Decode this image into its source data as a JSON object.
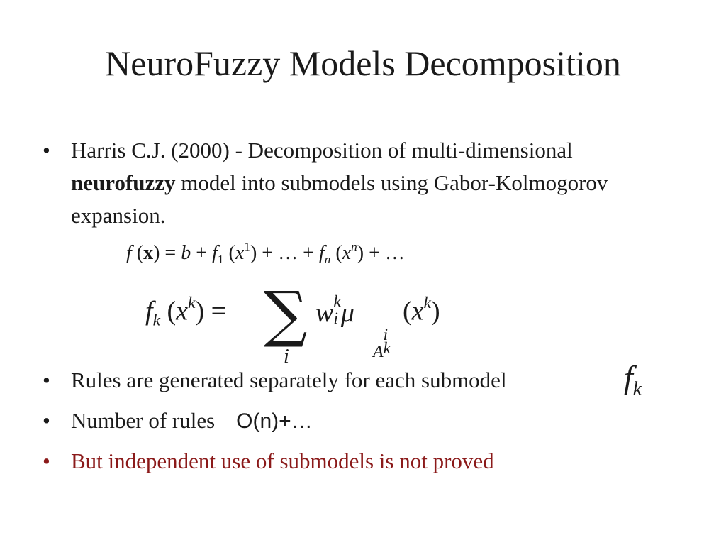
{
  "slide": {
    "title": "NeuroFuzzy Models Decomposition",
    "bullets": {
      "b1": {
        "pre": "Harris C.J. (2000) - Decomposition of multi-dimensional ",
        "bold": "neurofuzzy",
        "post": " model into submodels using Gabor-Kolmogorov expansion."
      },
      "b2": "Rules are generated separately for each submodel",
      "b3": "Number of rules",
      "b3_value": "O(n)+…",
      "b4": "But independent use of submodels is not proved"
    },
    "eq1": {
      "f": "f",
      "lp": " (",
      "x": "x",
      "rp": ") = ",
      "b": "b",
      "plus1": " + ",
      "f1": "f",
      "sub1": "1",
      "lp1": " (",
      "x1": "x",
      "sup1": "1",
      "rp1": ") + … + ",
      "fn": "f",
      "subn": "n",
      "lpn": " (",
      "xn": "x",
      "supn": "n",
      "rpn": ") + …"
    },
    "eq2": {
      "f": "f",
      "k": "k",
      "lp": " (",
      "x": "x",
      "supk": "k",
      "rp": ") =",
      "sum": "∑",
      "sum_index": "i",
      "w": "w",
      "w_sup": "k",
      "w_sub": "i",
      "mu": "μ",
      "A": "A",
      "A_sup": "i",
      "A_sub": "k",
      "lp2": " (",
      "x2": "x",
      "x2_sup": "k",
      "rp2": ")"
    },
    "fk": {
      "f": "f",
      "k": "k"
    },
    "colors": {
      "text": "#1a1a1a",
      "highlight": "#8b1a1a",
      "background": "#ffffff"
    }
  }
}
